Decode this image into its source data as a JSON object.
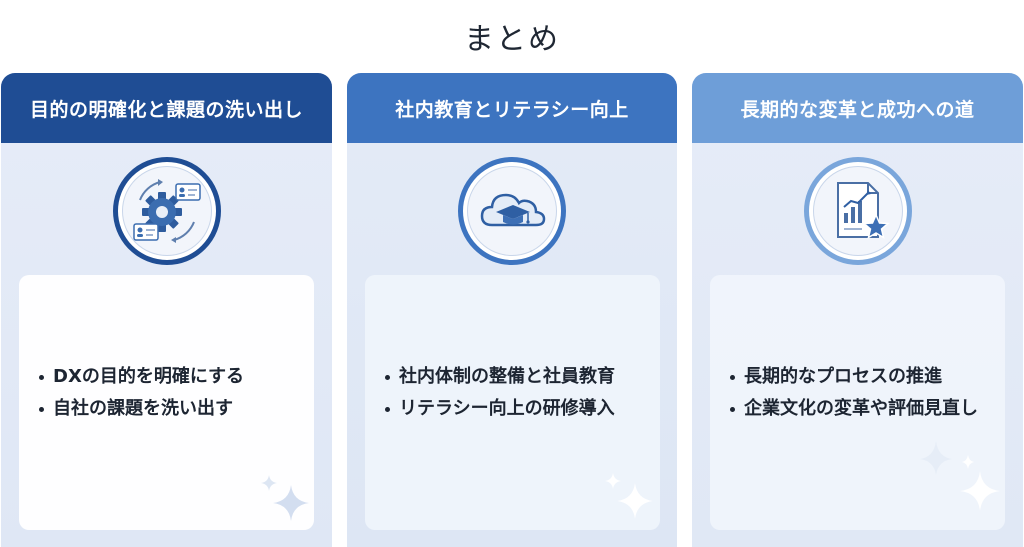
{
  "page": {
    "title": "まとめ"
  },
  "cards": [
    {
      "header": "目的の明確化と課題の洗い出し",
      "icon": "gear-people-icon",
      "bullets": [
        "DXの目的を明確にする",
        "自社の課題を洗い出す"
      ],
      "color": "#1f4d94"
    },
    {
      "header": "社内教育とリテラシー向上",
      "icon": "cloud-graduation-cap-icon",
      "bullets": [
        "社内体制の整備と社員教育",
        "リテラシー向上の研修導入"
      ],
      "color": "#3d74c0"
    },
    {
      "header": "長期的な変革と成功への道",
      "icon": "chart-document-star-icon",
      "bullets": [
        "長期的なプロセスの推進",
        "企業文化の変革や評価見直し"
      ],
      "color": "#6e9ed8"
    }
  ]
}
